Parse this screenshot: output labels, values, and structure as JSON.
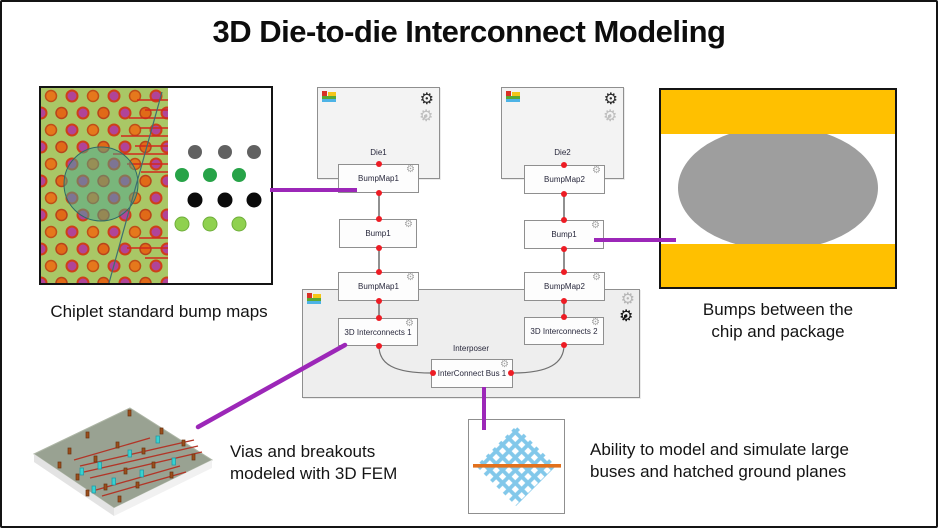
{
  "title": "3D Die-to-die Interconnect Modeling",
  "captions": {
    "left": "Chiplet standard bump maps",
    "right": [
      "Bumps between the",
      "chip and package"
    ],
    "fem": [
      "Vias and breakouts",
      "modeled with 3D FEM"
    ],
    "bus": [
      "Ability to model and simulate large",
      "buses and hatched ground planes"
    ]
  },
  "schematic": {
    "die1": "Die1",
    "die2": "Die2",
    "bumpmap1_top": "BumpMap1",
    "bumpmap2_top": "BumpMap2",
    "bump1_left": "Bump1",
    "bump1_right": "Bump1",
    "bumpmap1_bottom": "BumpMap1",
    "bumpmap2_bottom": "BumpMap2",
    "interconnects1": "3D Interconnects 1",
    "interconnects2": "3D Interconnects 2",
    "interposer": "Interposer",
    "bus": "InterConnect Bus 1"
  },
  "icons": {
    "gear": "⚙",
    "run": "▶"
  },
  "colors": {
    "connector_purple": "#9c27b8",
    "port_red": "#ed1c24",
    "package_yellow": "#ffc000",
    "bump_gray": "#9e9e9e",
    "hatch_blue": "#82c8ea",
    "bus_orange": "#e2711d",
    "pcb_green": "#a9c766"
  }
}
